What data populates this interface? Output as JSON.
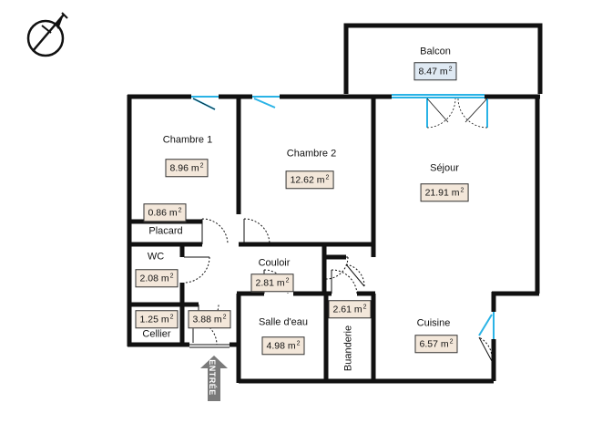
{
  "rooms": [
    {
      "key": "balcon",
      "name": "Balcon",
      "area": "8.47 m",
      "unit_sup": "2",
      "balcony": true
    },
    {
      "key": "chambre1",
      "name": "Chambre 1",
      "area": "8.96 m",
      "unit_sup": "2"
    },
    {
      "key": "chambre2",
      "name": "Chambre 2",
      "area": "12.62 m",
      "unit_sup": "2"
    },
    {
      "key": "sejour",
      "name": "Séjour",
      "area": "21.91 m",
      "unit_sup": "2"
    },
    {
      "key": "placard",
      "name": "Placard",
      "area": "0.86 m",
      "unit_sup": "2"
    },
    {
      "key": "wc",
      "name": "WC",
      "area": "2.08 m",
      "unit_sup": "2"
    },
    {
      "key": "couloir",
      "name": "Couloir",
      "area": "2.81 m",
      "unit_sup": "2"
    },
    {
      "key": "cellier",
      "name": "Cellier",
      "area": "1.25 m",
      "unit_sup": "2"
    },
    {
      "key": "entree",
      "name": "",
      "area": "3.88 m",
      "unit_sup": "2"
    },
    {
      "key": "salle_eau",
      "name": "Salle d'eau",
      "area": "4.98 m",
      "unit_sup": "2"
    },
    {
      "key": "buanderie",
      "name": "Buanderie",
      "area": "2.61 m",
      "unit_sup": "2"
    },
    {
      "key": "cuisine",
      "name": "Cuisine",
      "area": "6.57 m",
      "unit_sup": "2"
    }
  ],
  "entrance_label": "ENTRÉE",
  "colors": {
    "wall": "#111111",
    "window": "#2ab3e6",
    "area_tag": "#f3e7da",
    "balcony_tag": "#dfe9f3",
    "entrance_arrow": "#7a7a7a"
  },
  "icons": [
    "compass-icon",
    "entrance-arrow-icon"
  ]
}
